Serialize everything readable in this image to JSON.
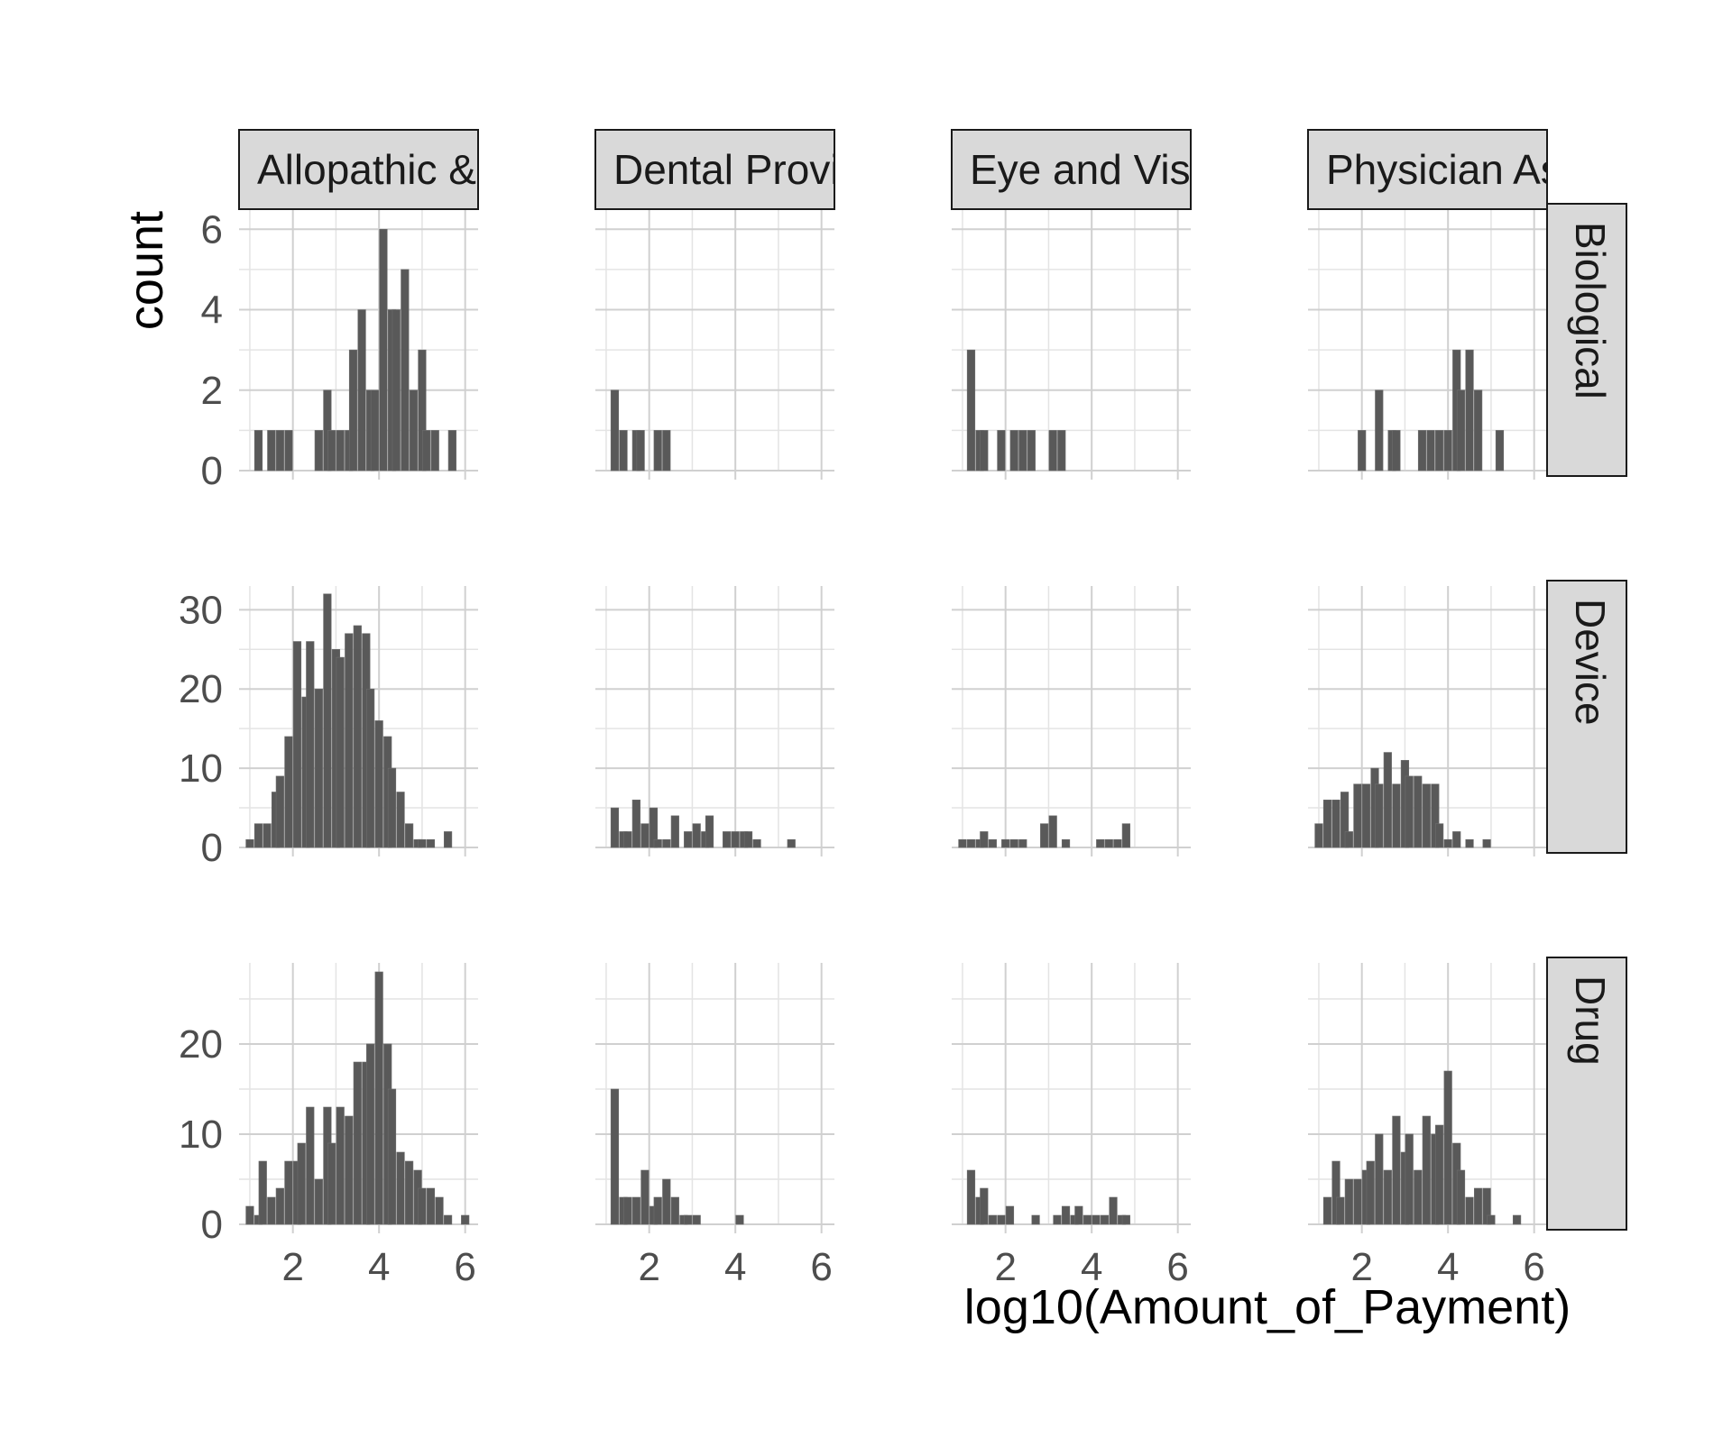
{
  "chart_data": {
    "type": "bar",
    "layout": "facet_grid",
    "xlabel": "log10(Amount_of_Payment)",
    "ylabel": "count",
    "x_ticks": [
      2,
      4,
      6
    ],
    "xlim": [
      0.75,
      6.3
    ],
    "bin_width": 0.18,
    "col_facets": [
      "Allopathic &",
      "Dental Provi",
      "Eye and Visi",
      "Physician As"
    ],
    "row_facets": [
      {
        "label": "Biological",
        "ylim": [
          0,
          6.5
        ],
        "y_ticks": [
          0,
          2,
          4,
          6
        ],
        "y_minor": [
          1,
          3,
          5
        ]
      },
      {
        "label": "Device",
        "ylim": [
          0,
          33
        ],
        "y_ticks": [
          0,
          10,
          20,
          30
        ],
        "y_minor": [
          5,
          15,
          25
        ]
      },
      {
        "label": "Drug",
        "ylim": [
          0,
          29
        ],
        "y_ticks": [
          0,
          10,
          20
        ],
        "y_minor": [
          5,
          15,
          25
        ]
      }
    ],
    "panels": [
      {
        "row": "Biological",
        "col": "Allopathic &",
        "bins": [
          [
            1.2,
            1
          ],
          [
            1.5,
            1
          ],
          [
            1.7,
            1
          ],
          [
            1.9,
            1
          ],
          [
            2.6,
            1
          ],
          [
            2.8,
            2
          ],
          [
            2.9,
            1
          ],
          [
            3.1,
            1
          ],
          [
            3.3,
            1
          ],
          [
            3.4,
            3
          ],
          [
            3.6,
            4
          ],
          [
            3.8,
            2
          ],
          [
            3.9,
            2
          ],
          [
            4.1,
            6
          ],
          [
            4.3,
            4
          ],
          [
            4.4,
            4
          ],
          [
            4.6,
            5
          ],
          [
            4.8,
            2
          ],
          [
            5.0,
            3
          ],
          [
            5.1,
            1
          ],
          [
            5.3,
            1
          ],
          [
            5.7,
            1
          ]
        ]
      },
      {
        "row": "Biological",
        "col": "Dental Provi",
        "bins": [
          [
            1.2,
            2
          ],
          [
            1.4,
            1
          ],
          [
            1.7,
            1
          ],
          [
            1.8,
            1
          ],
          [
            2.2,
            1
          ],
          [
            2.4,
            1
          ]
        ]
      },
      {
        "row": "Biological",
        "col": "Eye and Visi",
        "bins": [
          [
            1.2,
            3
          ],
          [
            1.4,
            1
          ],
          [
            1.5,
            1
          ],
          [
            1.9,
            1
          ],
          [
            2.2,
            1
          ],
          [
            2.4,
            1
          ],
          [
            2.6,
            1
          ],
          [
            3.1,
            1
          ],
          [
            3.3,
            1
          ]
        ]
      },
      {
        "row": "Biological",
        "col": "Physician As",
        "bins": [
          [
            2.0,
            1
          ],
          [
            2.4,
            2
          ],
          [
            2.7,
            1
          ],
          [
            2.8,
            1
          ],
          [
            3.4,
            1
          ],
          [
            3.6,
            1
          ],
          [
            3.8,
            1
          ],
          [
            4.0,
            1
          ],
          [
            4.2,
            3
          ],
          [
            4.3,
            2
          ],
          [
            4.5,
            3
          ],
          [
            4.7,
            2
          ],
          [
            5.2,
            1
          ]
        ]
      },
      {
        "row": "Device",
        "col": "Allopathic &",
        "bins": [
          [
            1.0,
            1
          ],
          [
            1.2,
            3
          ],
          [
            1.4,
            3
          ],
          [
            1.6,
            7
          ],
          [
            1.7,
            9
          ],
          [
            1.9,
            14
          ],
          [
            2.1,
            26
          ],
          [
            2.3,
            19
          ],
          [
            2.4,
            26
          ],
          [
            2.6,
            20
          ],
          [
            2.8,
            32
          ],
          [
            3.0,
            25
          ],
          [
            3.1,
            24
          ],
          [
            3.3,
            27
          ],
          [
            3.5,
            28
          ],
          [
            3.7,
            27
          ],
          [
            3.8,
            20
          ],
          [
            4.0,
            16
          ],
          [
            4.2,
            14
          ],
          [
            4.3,
            10
          ],
          [
            4.5,
            7
          ],
          [
            4.7,
            3
          ],
          [
            4.9,
            1
          ],
          [
            5.0,
            1
          ],
          [
            5.2,
            1
          ],
          [
            5.6,
            2
          ]
        ]
      },
      {
        "row": "Device",
        "col": "Dental Provi",
        "bins": [
          [
            1.2,
            5
          ],
          [
            1.4,
            2
          ],
          [
            1.5,
            2
          ],
          [
            1.7,
            6
          ],
          [
            1.9,
            3
          ],
          [
            2.1,
            5
          ],
          [
            2.2,
            1
          ],
          [
            2.4,
            1
          ],
          [
            2.6,
            4
          ],
          [
            2.9,
            2
          ],
          [
            3.1,
            3
          ],
          [
            3.3,
            2
          ],
          [
            3.4,
            4
          ],
          [
            3.8,
            2
          ],
          [
            4.0,
            2
          ],
          [
            4.2,
            2
          ],
          [
            4.3,
            2
          ],
          [
            4.5,
            1
          ],
          [
            5.3,
            1
          ]
        ]
      },
      {
        "row": "Device",
        "col": "Eye and Visi",
        "bins": [
          [
            1.0,
            1
          ],
          [
            1.2,
            1
          ],
          [
            1.4,
            1
          ],
          [
            1.5,
            2
          ],
          [
            1.7,
            1
          ],
          [
            2.0,
            1
          ],
          [
            2.2,
            1
          ],
          [
            2.4,
            1
          ],
          [
            2.9,
            3
          ],
          [
            3.1,
            4
          ],
          [
            3.4,
            1
          ],
          [
            4.2,
            1
          ],
          [
            4.4,
            1
          ],
          [
            4.6,
            1
          ],
          [
            4.8,
            3
          ]
        ]
      },
      {
        "row": "Device",
        "col": "Physician As",
        "bins": [
          [
            1.0,
            3
          ],
          [
            1.2,
            6
          ],
          [
            1.4,
            6
          ],
          [
            1.6,
            7
          ],
          [
            1.7,
            2
          ],
          [
            1.9,
            8
          ],
          [
            2.1,
            8
          ],
          [
            2.3,
            10
          ],
          [
            2.4,
            8
          ],
          [
            2.6,
            12
          ],
          [
            2.8,
            8
          ],
          [
            3.0,
            11
          ],
          [
            3.1,
            9
          ],
          [
            3.3,
            9
          ],
          [
            3.5,
            8
          ],
          [
            3.7,
            8
          ],
          [
            3.8,
            3
          ],
          [
            4.0,
            1
          ],
          [
            4.2,
            2
          ],
          [
            4.5,
            1
          ],
          [
            4.9,
            1
          ]
        ]
      },
      {
        "row": "Drug",
        "col": "Allopathic &",
        "bins": [
          [
            1.0,
            2
          ],
          [
            1.2,
            1
          ],
          [
            1.3,
            7
          ],
          [
            1.5,
            3
          ],
          [
            1.7,
            4
          ],
          [
            1.9,
            7
          ],
          [
            2.1,
            7
          ],
          [
            2.2,
            9
          ],
          [
            2.4,
            13
          ],
          [
            2.6,
            5
          ],
          [
            2.8,
            13
          ],
          [
            2.9,
            9
          ],
          [
            3.1,
            13
          ],
          [
            3.3,
            12
          ],
          [
            3.5,
            18
          ],
          [
            3.7,
            18
          ],
          [
            3.8,
            20
          ],
          [
            4.0,
            28
          ],
          [
            4.2,
            20
          ],
          [
            4.3,
            15
          ],
          [
            4.5,
            8
          ],
          [
            4.7,
            7
          ],
          [
            4.9,
            6
          ],
          [
            5.0,
            4
          ],
          [
            5.2,
            4
          ],
          [
            5.4,
            3
          ],
          [
            5.6,
            1
          ],
          [
            6.0,
            1
          ]
        ]
      },
      {
        "row": "Drug",
        "col": "Dental Provi",
        "bins": [
          [
            1.2,
            15
          ],
          [
            1.4,
            3
          ],
          [
            1.5,
            3
          ],
          [
            1.7,
            3
          ],
          [
            1.9,
            6
          ],
          [
            2.1,
            2
          ],
          [
            2.2,
            3
          ],
          [
            2.4,
            5
          ],
          [
            2.6,
            3
          ],
          [
            2.8,
            1
          ],
          [
            2.9,
            1
          ],
          [
            3.1,
            1
          ],
          [
            4.1,
            1
          ]
        ]
      },
      {
        "row": "Drug",
        "col": "Eye and Visi",
        "bins": [
          [
            1.2,
            6
          ],
          [
            1.4,
            3
          ],
          [
            1.5,
            4
          ],
          [
            1.7,
            1
          ],
          [
            1.9,
            1
          ],
          [
            2.1,
            2
          ],
          [
            2.7,
            1
          ],
          [
            3.2,
            1
          ],
          [
            3.4,
            2
          ],
          [
            3.6,
            1
          ],
          [
            3.7,
            2
          ],
          [
            3.9,
            1
          ],
          [
            4.1,
            1
          ],
          [
            4.3,
            1
          ],
          [
            4.5,
            3
          ],
          [
            4.7,
            1
          ],
          [
            4.8,
            1
          ]
        ]
      },
      {
        "row": "Drug",
        "col": "Physician As",
        "bins": [
          [
            1.2,
            3
          ],
          [
            1.4,
            7
          ],
          [
            1.5,
            3
          ],
          [
            1.7,
            5
          ],
          [
            1.9,
            5
          ],
          [
            2.1,
            6
          ],
          [
            2.2,
            7
          ],
          [
            2.4,
            10
          ],
          [
            2.6,
            6
          ],
          [
            2.8,
            12
          ],
          [
            3.0,
            8
          ],
          [
            3.1,
            10
          ],
          [
            3.3,
            6
          ],
          [
            3.5,
            12
          ],
          [
            3.7,
            10
          ],
          [
            3.8,
            11
          ],
          [
            4.0,
            17
          ],
          [
            4.2,
            9
          ],
          [
            4.3,
            6
          ],
          [
            4.5,
            3
          ],
          [
            4.7,
            4
          ],
          [
            4.9,
            4
          ],
          [
            5.0,
            1
          ],
          [
            5.6,
            1
          ]
        ]
      }
    ]
  }
}
